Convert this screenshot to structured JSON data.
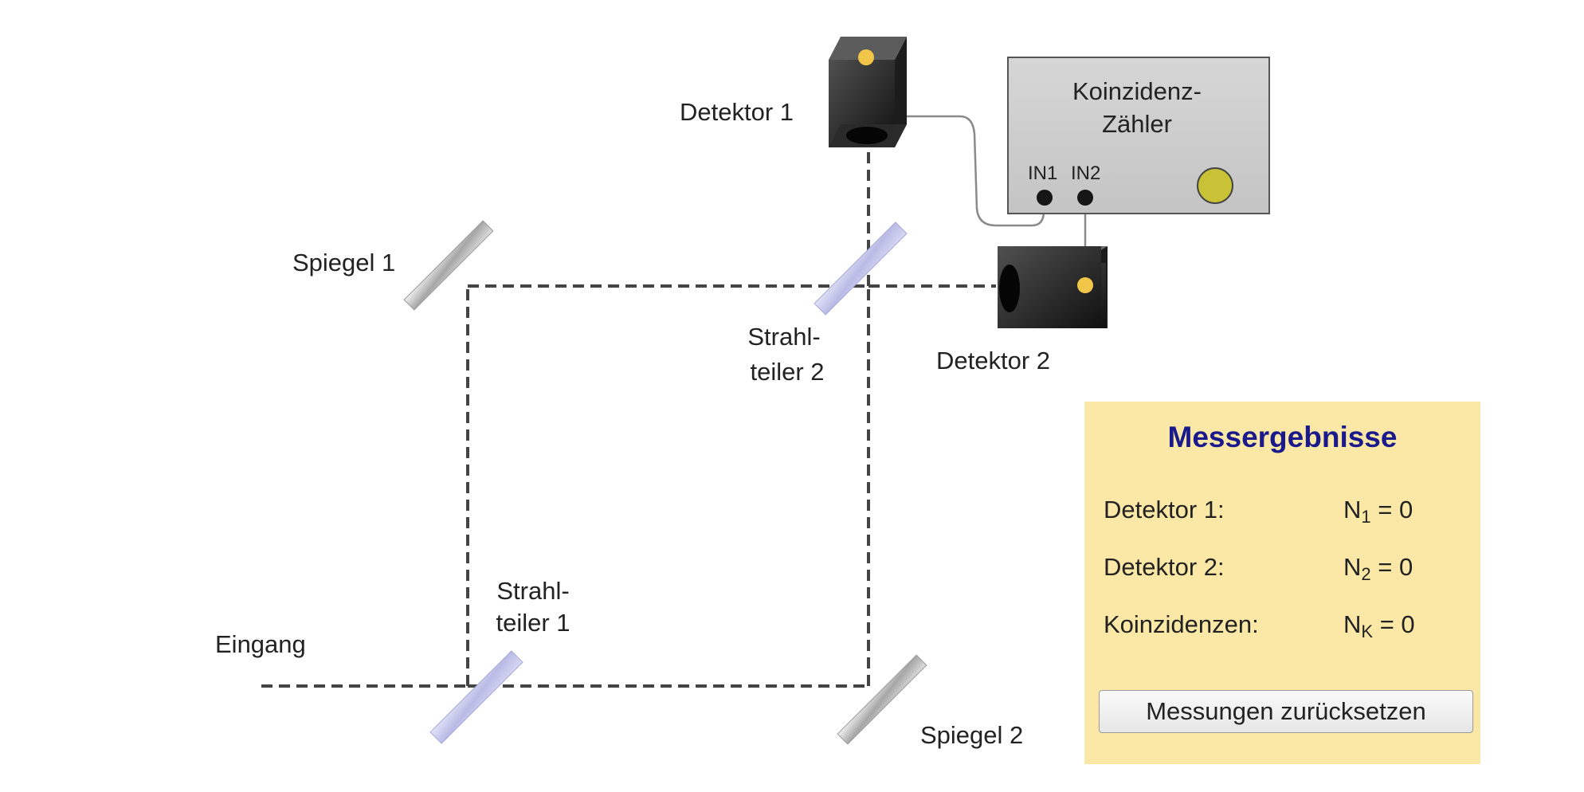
{
  "labels": {
    "eingang": "Eingang",
    "spiegel_1": "Spiegel 1",
    "spiegel_2": "Spiegel 2",
    "strahlteiler_1": [
      "Strahl-",
      "teiler 1"
    ],
    "strahlteiler_2": [
      "Strahl-",
      "teiler 2"
    ],
    "detektor_1": "Detektor 1",
    "detektor_2": "Detektor 2"
  },
  "counter": {
    "title": [
      "Koinzidenz-",
      "Zähler"
    ],
    "input_1": "IN1",
    "input_2": "IN2"
  },
  "results": {
    "title": "Messergebnisse",
    "rows": [
      {
        "label": "Detektor 1:",
        "symbol": "N",
        "subscript": "1",
        "value": "= 0"
      },
      {
        "label": "Detektor 2:",
        "symbol": "N",
        "subscript": "2",
        "value": "= 0"
      },
      {
        "label": "Koinzidenzen:",
        "symbol": "N",
        "subscript": "K",
        "value": "= 0"
      }
    ],
    "reset_button": "Messungen zurücksetzen"
  },
  "colors": {
    "beam": "#444444",
    "beamsplitter": "#c8c9ec",
    "mirror": "#b8b8b8",
    "detector_body": "#222222",
    "indicator": "#f2c648",
    "results_background": "#fbe8a6",
    "results_title": "#1a1a8c",
    "counter_body": "#cfcfcf"
  },
  "icons": {
    "detektor_1": "photodetector-icon",
    "detektor_2": "photodetector-icon",
    "counter": "coincidence-counter-icon"
  }
}
